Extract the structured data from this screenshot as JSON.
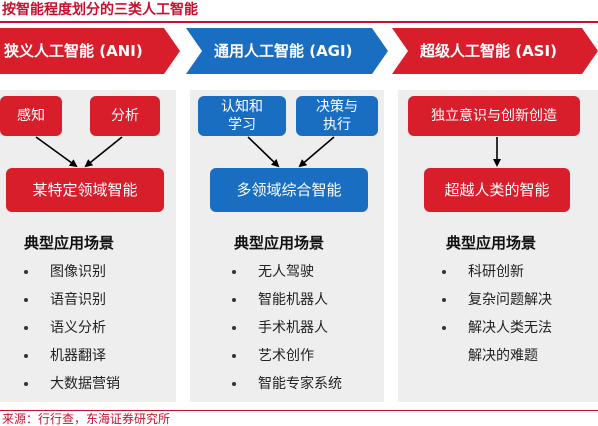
{
  "title": "按智能程度划分的三类人工智能",
  "columns": [
    {
      "banner": "狭义人工智能 (ANI)",
      "inputs": [
        "感知",
        "分析"
      ],
      "output": "某特定领域智能",
      "subtitle": "典型应用场景",
      "items": [
        "图像识别",
        "语音识别",
        "语义分析",
        "机器翻译",
        "大数据营销"
      ]
    },
    {
      "banner": "通用人工智能 (AGI)",
      "inputs": [
        [
          "认知和",
          "学习"
        ],
        [
          "决策与",
          "执行"
        ]
      ],
      "output": "多领域综合智能",
      "subtitle": "典型应用场景",
      "items": [
        "无人驾驶",
        "智能机器人",
        "手术机器人",
        "艺术创作",
        "智能专家系统"
      ]
    },
    {
      "banner": "超级人工智能 (ASI)",
      "inputs": [
        "独立意识与创新创造"
      ],
      "output": "超越人类的智能",
      "subtitle": "典型应用场景",
      "items": [
        "科研创新",
        "复杂问题解决",
        "解决人类无法",
        "解决的难题"
      ]
    }
  ],
  "source": "来源：行行查，东海证券研究所",
  "colors": {
    "red": "#d81e2b",
    "blue": "#1a6ec2",
    "title_red": "#c8102e",
    "panel": "#eeeeee"
  }
}
